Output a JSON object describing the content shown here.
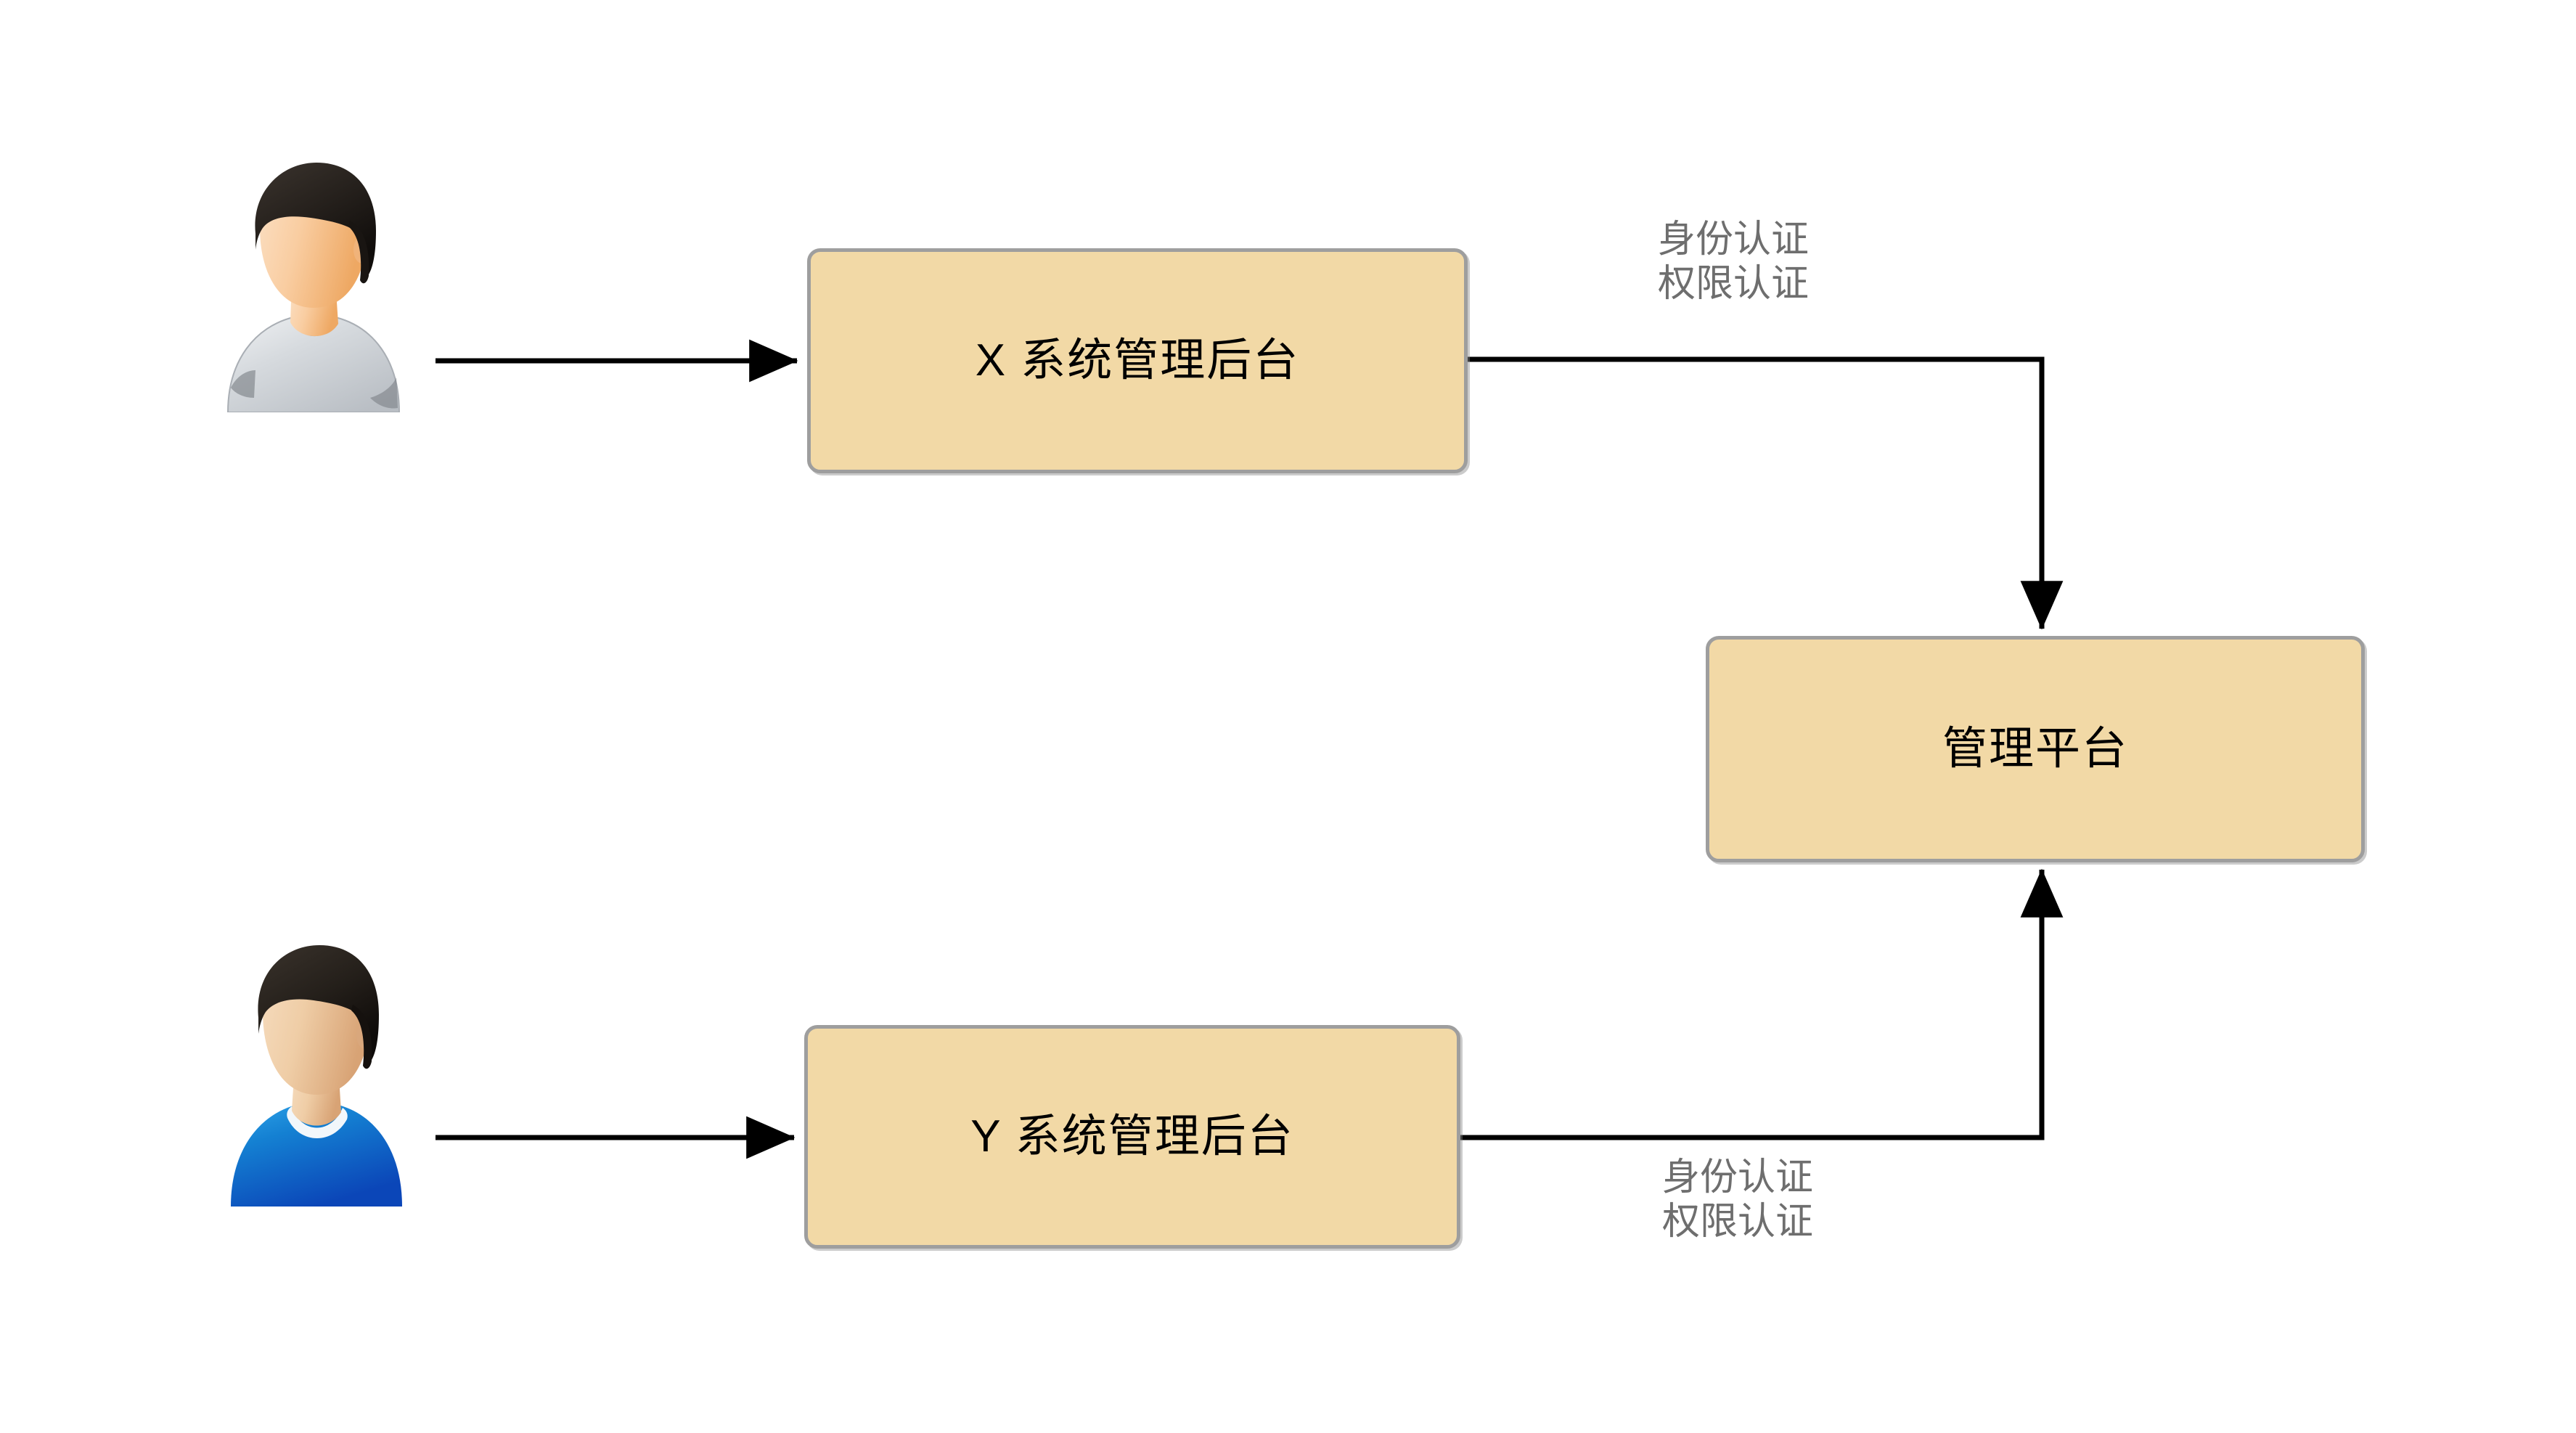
{
  "diagram": {
    "type": "flowchart",
    "background": "#ffffff",
    "node_fill": "#F2D9A6",
    "node_border": "#9E9E9E",
    "label_color": "#6E6E6E",
    "text_color": "#000000",
    "nodes": [
      {
        "id": "x-system",
        "label": "X 系统管理后台"
      },
      {
        "id": "y-system",
        "label": "Y 系统管理后台"
      },
      {
        "id": "platform",
        "label": "管理平台"
      }
    ],
    "actors": [
      {
        "id": "user-x",
        "icon": "user-avatar-icon",
        "shirt_color": "#D4D8DC",
        "hair_color": "#2A2622",
        "skin_color": "#F8C89A"
      },
      {
        "id": "user-y",
        "icon": "user-avatar-icon",
        "shirt_color": "#1272C4",
        "hair_color": "#241F1C",
        "skin_color": "#EFC9A0"
      }
    ],
    "edges": [
      {
        "id": "user-x-to-x-system",
        "from": "user-x",
        "to": "x-system",
        "label_lines": []
      },
      {
        "id": "x-system-to-platform",
        "from": "x-system",
        "to": "platform",
        "label_lines": [
          "身份认证",
          "权限认证"
        ]
      },
      {
        "id": "user-y-to-y-system",
        "from": "user-y",
        "to": "y-system",
        "label_lines": []
      },
      {
        "id": "y-system-to-platform",
        "from": "y-system",
        "to": "platform",
        "label_lines": [
          "身份认证",
          "权限认证"
        ]
      }
    ]
  }
}
